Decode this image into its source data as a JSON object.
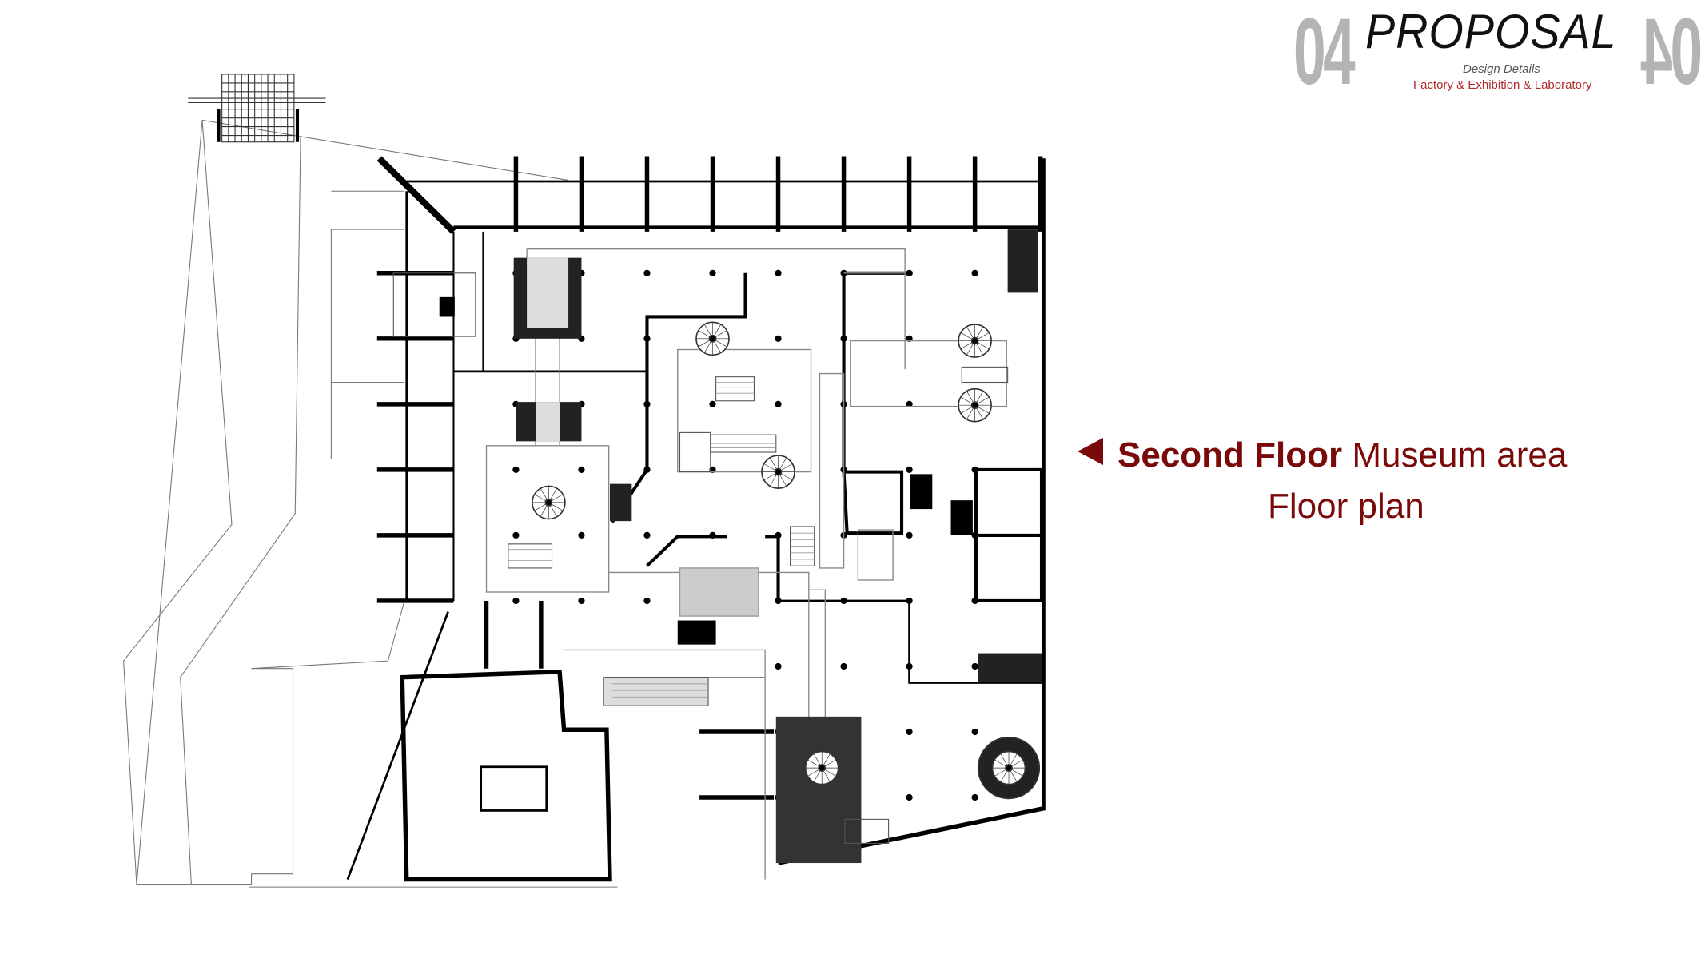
{
  "header": {
    "section_number": "04",
    "section_number_mirrored": "04",
    "title": "PROPOSAL",
    "subtitle": "Design Details",
    "tagline": "Factory & Exhibition & Laboratory"
  },
  "caption": {
    "floor": "Second Floor",
    "area": "Museum area",
    "label": "Floor plan",
    "arrow_icon": "left-triangle-icon"
  },
  "colors": {
    "accent": "#7a0a0a",
    "tagline": "#b0282a",
    "number_grey": "#b4b4b4"
  }
}
